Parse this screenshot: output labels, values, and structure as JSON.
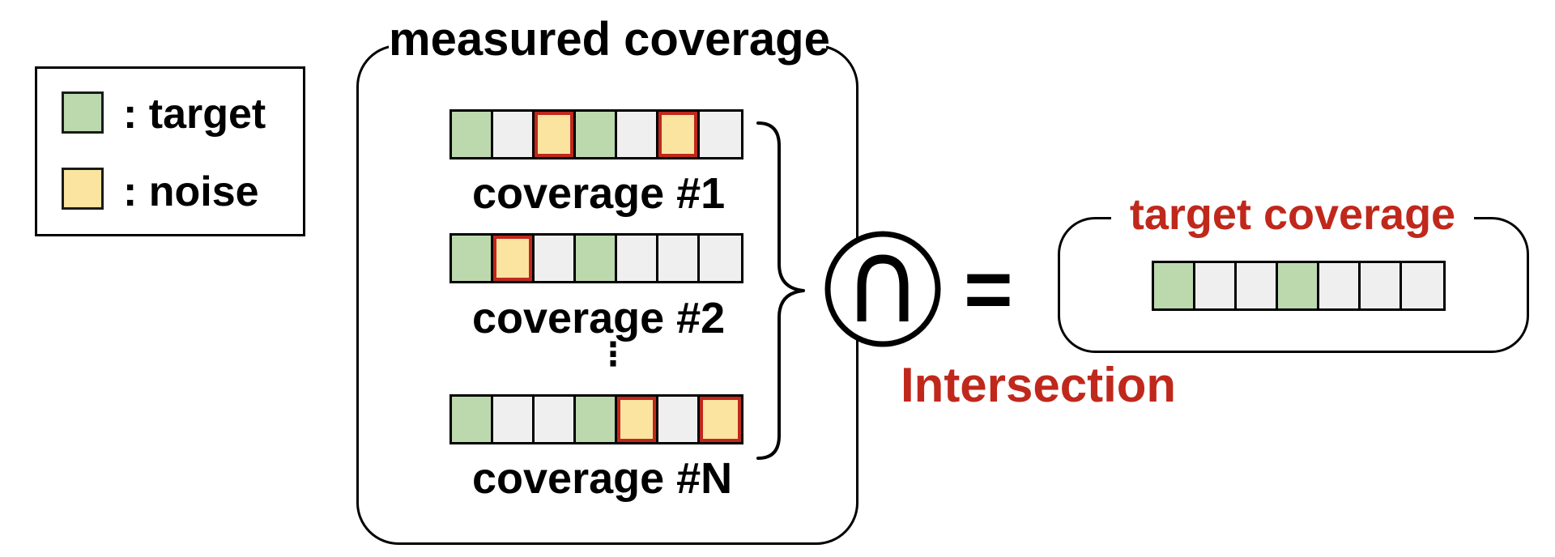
{
  "legend": {
    "items": [
      {
        "key": "target",
        "label": ": target",
        "color": "#bcd9ae"
      },
      {
        "key": "noise",
        "label": ": noise",
        "color": "#fbe4a0"
      }
    ]
  },
  "measured": {
    "title": "measured coverage",
    "rows": [
      {
        "label": "coverage #1",
        "cells": [
          "target",
          "empty",
          "noise",
          "target",
          "empty",
          "noise",
          "empty"
        ]
      },
      {
        "label": "coverage #2",
        "cells": [
          "target",
          "noise",
          "empty",
          "target",
          "empty",
          "empty",
          "empty"
        ]
      },
      {
        "label": "coverage #N",
        "cells": [
          "target",
          "empty",
          "empty",
          "target",
          "noise",
          "empty",
          "noise"
        ]
      }
    ],
    "ellipsis": "⋮"
  },
  "operator": {
    "symbol": "∩",
    "label": "Intersection",
    "equals": "="
  },
  "result": {
    "title": "target coverage",
    "cells": [
      "target",
      "empty",
      "empty",
      "target",
      "empty",
      "empty",
      "empty"
    ]
  },
  "colors": {
    "target": "#bcd9ae",
    "noise": "#fbe4a0",
    "highlight": "#c0281c",
    "empty": "#efefef"
  }
}
